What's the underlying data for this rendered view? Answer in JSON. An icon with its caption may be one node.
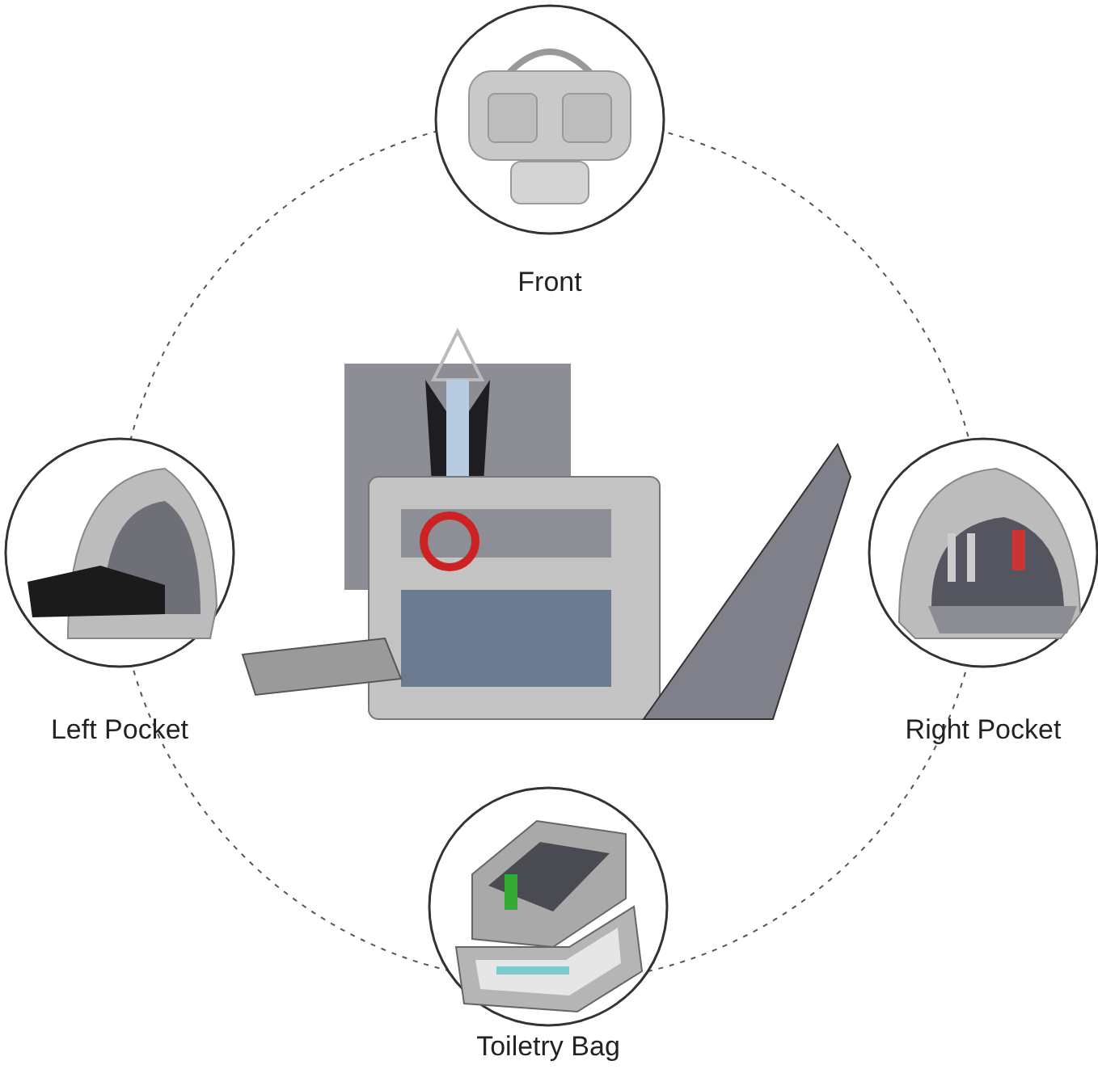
{
  "diagram": {
    "nodes": [
      {
        "text": [],
        "shape": "picture",
        "beside": [
          "Front"
        ]
      },
      {
        "text": [],
        "shape": "picture",
        "beside": [
          "Left Pocket"
        ]
      },
      {
        "text": [],
        "shape": "picture"
      },
      {
        "text": [],
        "shape": "picture",
        "beside": [
          "Right Pocket"
        ]
      },
      {
        "text": [],
        "shape": "picture",
        "beside": [
          "Toiletry Bag"
        ]
      }
    ]
  }
}
